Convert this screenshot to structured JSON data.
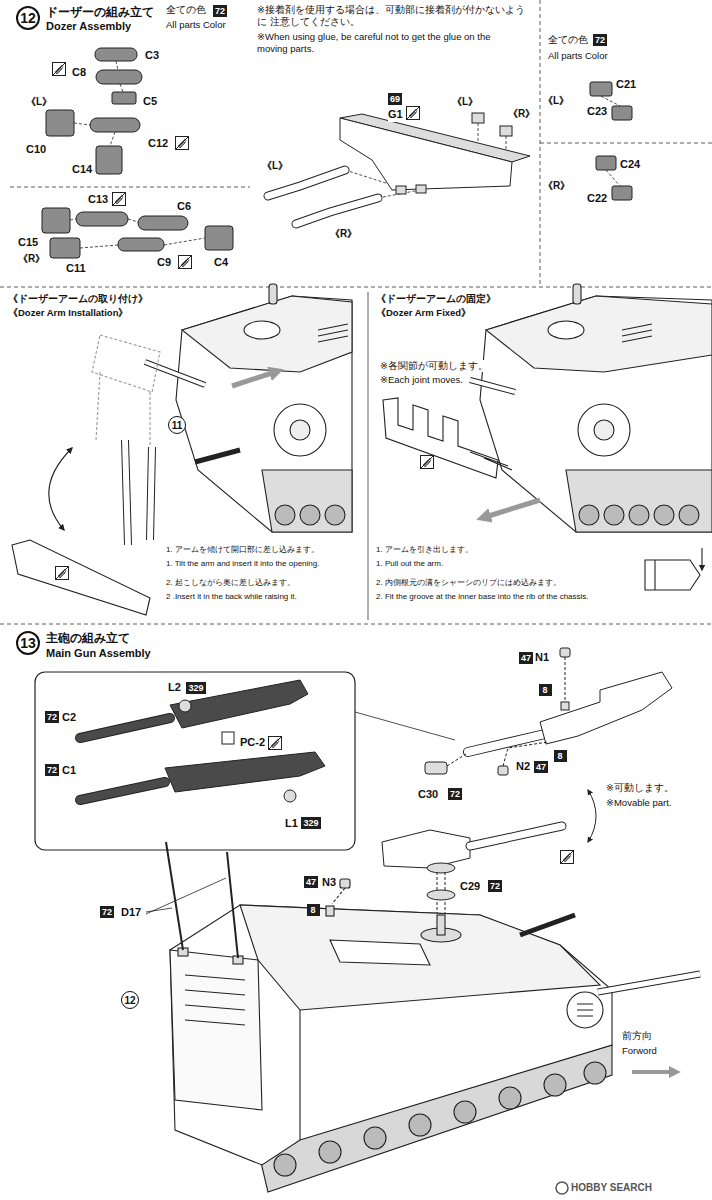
{
  "diagram": {
    "nodes": [
      {
        "text": [
          "12"
        ]
      },
      {
        "text": [
          "72"
        ]
      },
      {
        "text": [
          "69"
        ]
      },
      {
        "text": [
          "72"
        ]
      },
      {
        "text": [
          "11"
        ]
      },
      {
        "text": [
          "13"
        ]
      },
      {
        "text": [
          "329"
        ]
      },
      {
        "text": [
          "72"
        ]
      },
      {
        "text": [
          "72"
        ]
      },
      {
        "text": [
          "329"
        ]
      },
      {
        "text": [
          "47"
        ]
      },
      {
        "text": [
          "8"
        ]
      },
      {
        "text": [
          "8"
        ]
      },
      {
        "text": [
          "47"
        ]
      },
      {
        "text": [
          "72"
        ]
      },
      {
        "text": [
          "47"
        ]
      },
      {
        "text": [
          "8"
        ]
      },
      {
        "text": [
          "72"
        ]
      },
      {
        "text": [
          "72"
        ]
      },
      {
        "text": [
          "12"
        ]
      }
    ],
    "labels": [
      "ドーザーの組み立て",
      "Dozer Assembly",
      "全ての色",
      "All parts Color",
      "C8",
      "C3",
      "《L》",
      "C5",
      "C10",
      "C12",
      "C14",
      "C13",
      "C6",
      "C15",
      "《R》",
      "C11",
      "C9",
      "C4",
      "※接着剤を使用する場合は、可動部に接着剤が付かないように 注意してください。",
      "※When using glue, be careful not to get the glue on the moving parts.",
      "G1",
      "《L》",
      "《R》",
      "《L》",
      "《R》",
      "全ての色",
      "All parts Color",
      "《L》",
      "C21",
      "C23",
      "《R》",
      "C24",
      "C22",
      "《ドーザーアームの取り付け》",
      "《Dozer Arm Installation》",
      "1. アームを傾けて開口部に差し込みます。",
      "1. Tilt the arm and insert it into the opening.",
      "2. 起こしながら奥に差し込みます。",
      "2 .Insert it in the back while raising it.",
      "《ドーザーアームの固定》",
      "《Dozer Arm Fixed》",
      "※各関節が可動します。",
      "※Each joint moves.",
      "1. アームを引き出します。",
      "1. Pull out the arm.",
      "2. 内側根元の溝をシャーシのリブにはめ込みます。",
      "2. Fit the groove at the inner base into the rib of the chassis.",
      "主砲の組み立て",
      "Main Gun Assembly",
      "L2",
      "C2",
      "PC-2",
      "C1",
      "L1",
      "N1",
      "N2",
      "C30",
      "※可動します。",
      "※Movable part.",
      "D17",
      "N3",
      "C29",
      "前方向",
      "Forword",
      "HOBBY SEARCH"
    ]
  }
}
